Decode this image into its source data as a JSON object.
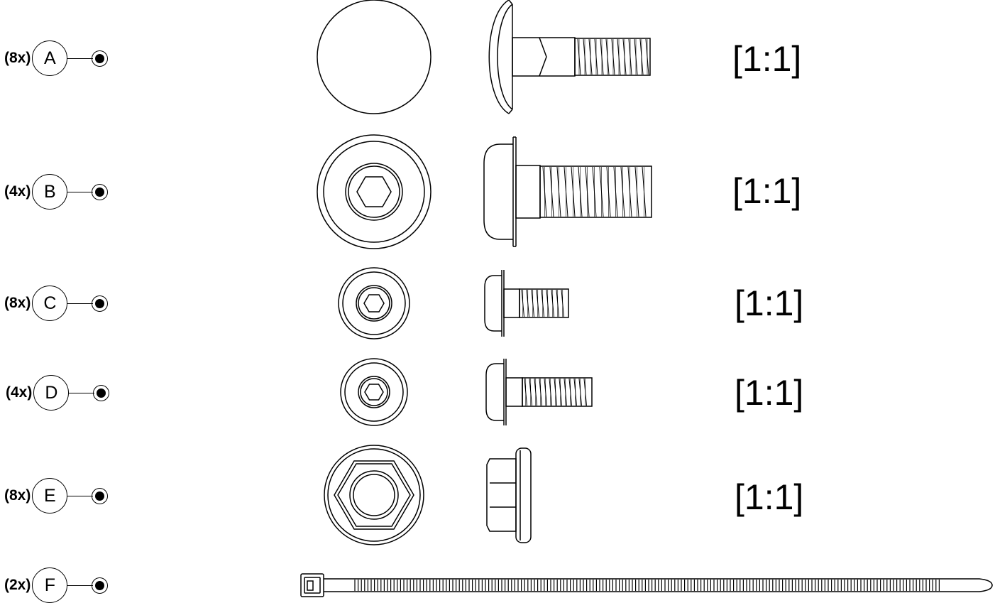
{
  "rows": [
    {
      "qty": "(8x)",
      "letter": "A",
      "scale": "[1:1]"
    },
    {
      "qty": "(4x)",
      "letter": "B",
      "scale": "[1:1]"
    },
    {
      "qty": "(8x)",
      "letter": "C",
      "scale": "[1:1]"
    },
    {
      "qty": "(4x)",
      "letter": "D",
      "scale": "[1:1]"
    },
    {
      "qty": "(8x)",
      "letter": "E",
      "scale": "[1:1]"
    },
    {
      "qty": "(2x)",
      "letter": "F"
    }
  ],
  "icons": {
    "target": "bullseye-icon"
  },
  "colors": {
    "line": "#000000",
    "background": "#ffffff"
  }
}
